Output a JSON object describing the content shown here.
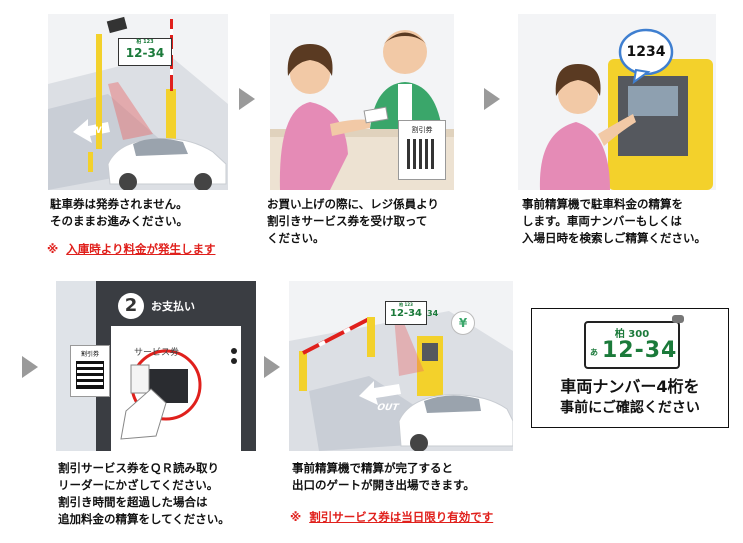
{
  "steps": [
    {
      "text": "駐車券は発券されません。\nそのままお進みください。",
      "warning_mark": "※",
      "warning": "入庫時より料金が発生します",
      "scene": {
        "plate_small": "柏 123",
        "plate_big": "12-34",
        "floor_label": "IN"
      }
    },
    {
      "text": "お買い上げの際に、レジ係員より\n割引きサービス券を受け取って\nください。",
      "scene": {
        "coupon_label": "割引券"
      }
    },
    {
      "text": "事前精算機で駐車料金の精算を\nします。車両ナンバーもしくは\n入場日時を検索しご精算ください。",
      "scene": {
        "bubble_number": "1234"
      }
    },
    {
      "text": "割引サービス券をＱＲ読み取り\nリーダーにかざしてください。\n割引き時間を超過した場合は\n追加料金の精算をしてください。",
      "scene": {
        "step_number": "2",
        "step_title": "お支払い",
        "reader_label": "サービス券",
        "coupon_label": "割引券"
      }
    },
    {
      "text": "事前精算機で精算が完了すると\n出口のゲートが開き出場できます。",
      "warning_mark": "※",
      "warning": "割引サービス券は当日限り有効です",
      "scene": {
        "plate_small": "柏 123",
        "plate_big": "12-34",
        "plate_side": "34",
        "yen_icon": "¥",
        "floor_label": "OUT"
      }
    }
  ],
  "notice": {
    "plate_region": "柏",
    "plate_class": "300",
    "plate_hira": "あ",
    "plate_number": "12-34",
    "line1": "車両ナンバー4桁を",
    "line2": "事前にご確認ください"
  },
  "colors": {
    "arrow": "#9a9a9a",
    "warning": "#e0201c",
    "plate_text": "#1b7a3a",
    "gate_yellow": "#f3d12b",
    "staff_green": "#3aa66a"
  }
}
